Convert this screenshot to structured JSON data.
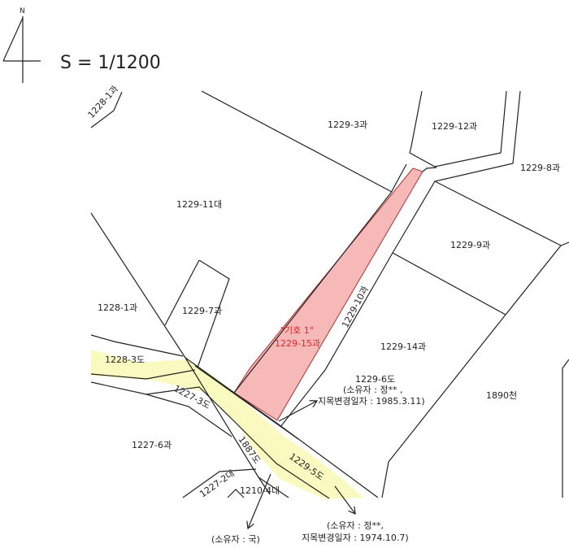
{
  "header": {
    "north": "N",
    "scale": "S = 1/1200"
  },
  "colors": {
    "highlight_parcel": "#f7b8b8",
    "road": "#fafac0",
    "line": "#222222",
    "label_red": "#e0262b"
  },
  "parcels": {
    "p1228_1_small": "1228-1과",
    "p1229_3": "1229-3과",
    "p1229_12": "1229-12과",
    "p1229_8": "1229-8과",
    "p1229_11": "1229-11대",
    "p1229_9": "1229-9과",
    "p1228_1": "1228-1과",
    "p1229_7": "1229-7과",
    "p1229_10": "1229-10과",
    "p1229_14": "1229-14과",
    "p1228_3": "1228-3도",
    "p1227_3": "1227-3도",
    "p1227_6": "1227-6과",
    "p1887": "1887도",
    "p1229_5": "1229-5도",
    "p1227_2": "1227-2대",
    "p1210_4": "1210-4대",
    "p1890": "1890천"
  },
  "target": {
    "symbol": "\"기호 1\"",
    "parcel": "1229-15과"
  },
  "annotations": {
    "a1229_6_title": "1229-6도",
    "a1229_6_owner": "(소유자 : 정** ,",
    "a1229_6_date": "지목변경일자 : 1985.3.11)",
    "a1229_5_owner": "(소유자 : 정**,",
    "a1229_5_date": "지목변경일자 : 1974.10.7)",
    "a1887_owner": "(소유자 : 국)"
  }
}
